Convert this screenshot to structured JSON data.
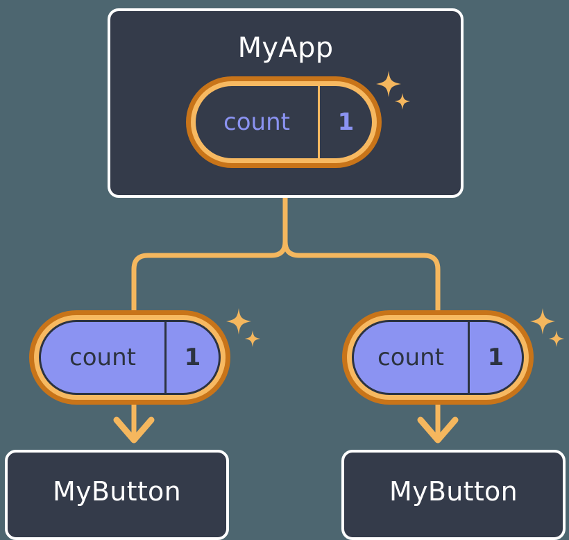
{
  "diagram": {
    "title": "React component state propagation tree",
    "background_color": "#4d6670",
    "accent_orange": "#f2a93b",
    "accent_orange_dark": "#c87419",
    "accent_periwinkle": "#8b93f2",
    "card_background": "#343b4a",
    "card_border": "#ffffff"
  },
  "nodes": {
    "root": {
      "label": "MyApp",
      "state": {
        "key": "count",
        "value": "1"
      },
      "sparkle_icon": "sparkles-icon"
    },
    "children": [
      {
        "label": "MyButton",
        "state": {
          "key": "count",
          "value": "1"
        },
        "sparkle_icon": "sparkles-icon",
        "arrow_icon": "arrow-down-icon"
      },
      {
        "label": "MyButton",
        "state": {
          "key": "count",
          "value": "1"
        },
        "sparkle_icon": "sparkles-icon",
        "arrow_icon": "arrow-down-icon"
      }
    ]
  },
  "connectors": {
    "type": "fork",
    "color": "#f5b75e",
    "stroke_width": "7"
  }
}
